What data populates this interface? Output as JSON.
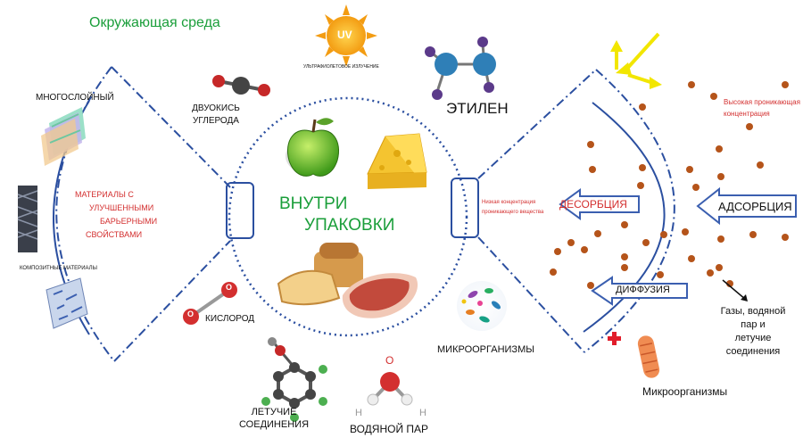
{
  "environment": {
    "title": "Окружающая среда"
  },
  "uv": {
    "badge": "UV",
    "caption": "УЛЬТРАФИОЛЕТОВОЕ ИЗЛУЧЕНИЕ"
  },
  "gases": {
    "co2_line1": "ДВУОКИСЬ",
    "co2_line2": "УГЛЕРОДА",
    "ethylene": "ЭТИЛЕН",
    "oxygen": "КИСЛОРОД",
    "o2_atom": "O",
    "water_o": "O",
    "water_h": "H"
  },
  "materials": {
    "multilayer": "МНОГОСЛОЙНЫЙ",
    "barrier_line1": "МАТЕРИАЛЫ С",
    "barrier_line2": "УЛУЧШЕННЫМИ",
    "barrier_line3": "БАРЬЕРНЫМИ",
    "barrier_line4": "СВОЙСТВАМИ",
    "composite": "КОМПОЗИТНЫЕ МАТЕРИАЛЫ"
  },
  "inside": {
    "line1": "ВНУТРИ",
    "line2": "УПАКОВКИ"
  },
  "center_labels": {
    "volatile_line1": "ЛЕТУЧИЕ",
    "volatile_line2": "СОЕДИНЕНИЯ",
    "water_vapor": "ВОДЯНОЙ ПАР",
    "microorganisms": "МИКРООРГАНИЗМЫ"
  },
  "right_panel": {
    "low_line1": "Низкая концентрация",
    "low_line2": "проникающего вещества",
    "high_line1": "Высокая проникающая",
    "high_line2": "концентрация",
    "desorption": "ДЕСОРБЦИЯ",
    "adsorption": "АДСОРБЦИЯ",
    "diffusion": "ДИФФУЗИЯ",
    "gases_line1": "Газы, водяной",
    "gases_line2": "пар и",
    "gases_line3": "летучие",
    "gases_line4": "соединения",
    "microorganisms": "Микроорганизмы"
  },
  "colors": {
    "line_blue": "#2b4fa0",
    "green_text": "#1a9e3a",
    "red_text": "#d32f2f",
    "dot_brown": "#b5541a",
    "arrow_yellow": "#f2e600"
  }
}
